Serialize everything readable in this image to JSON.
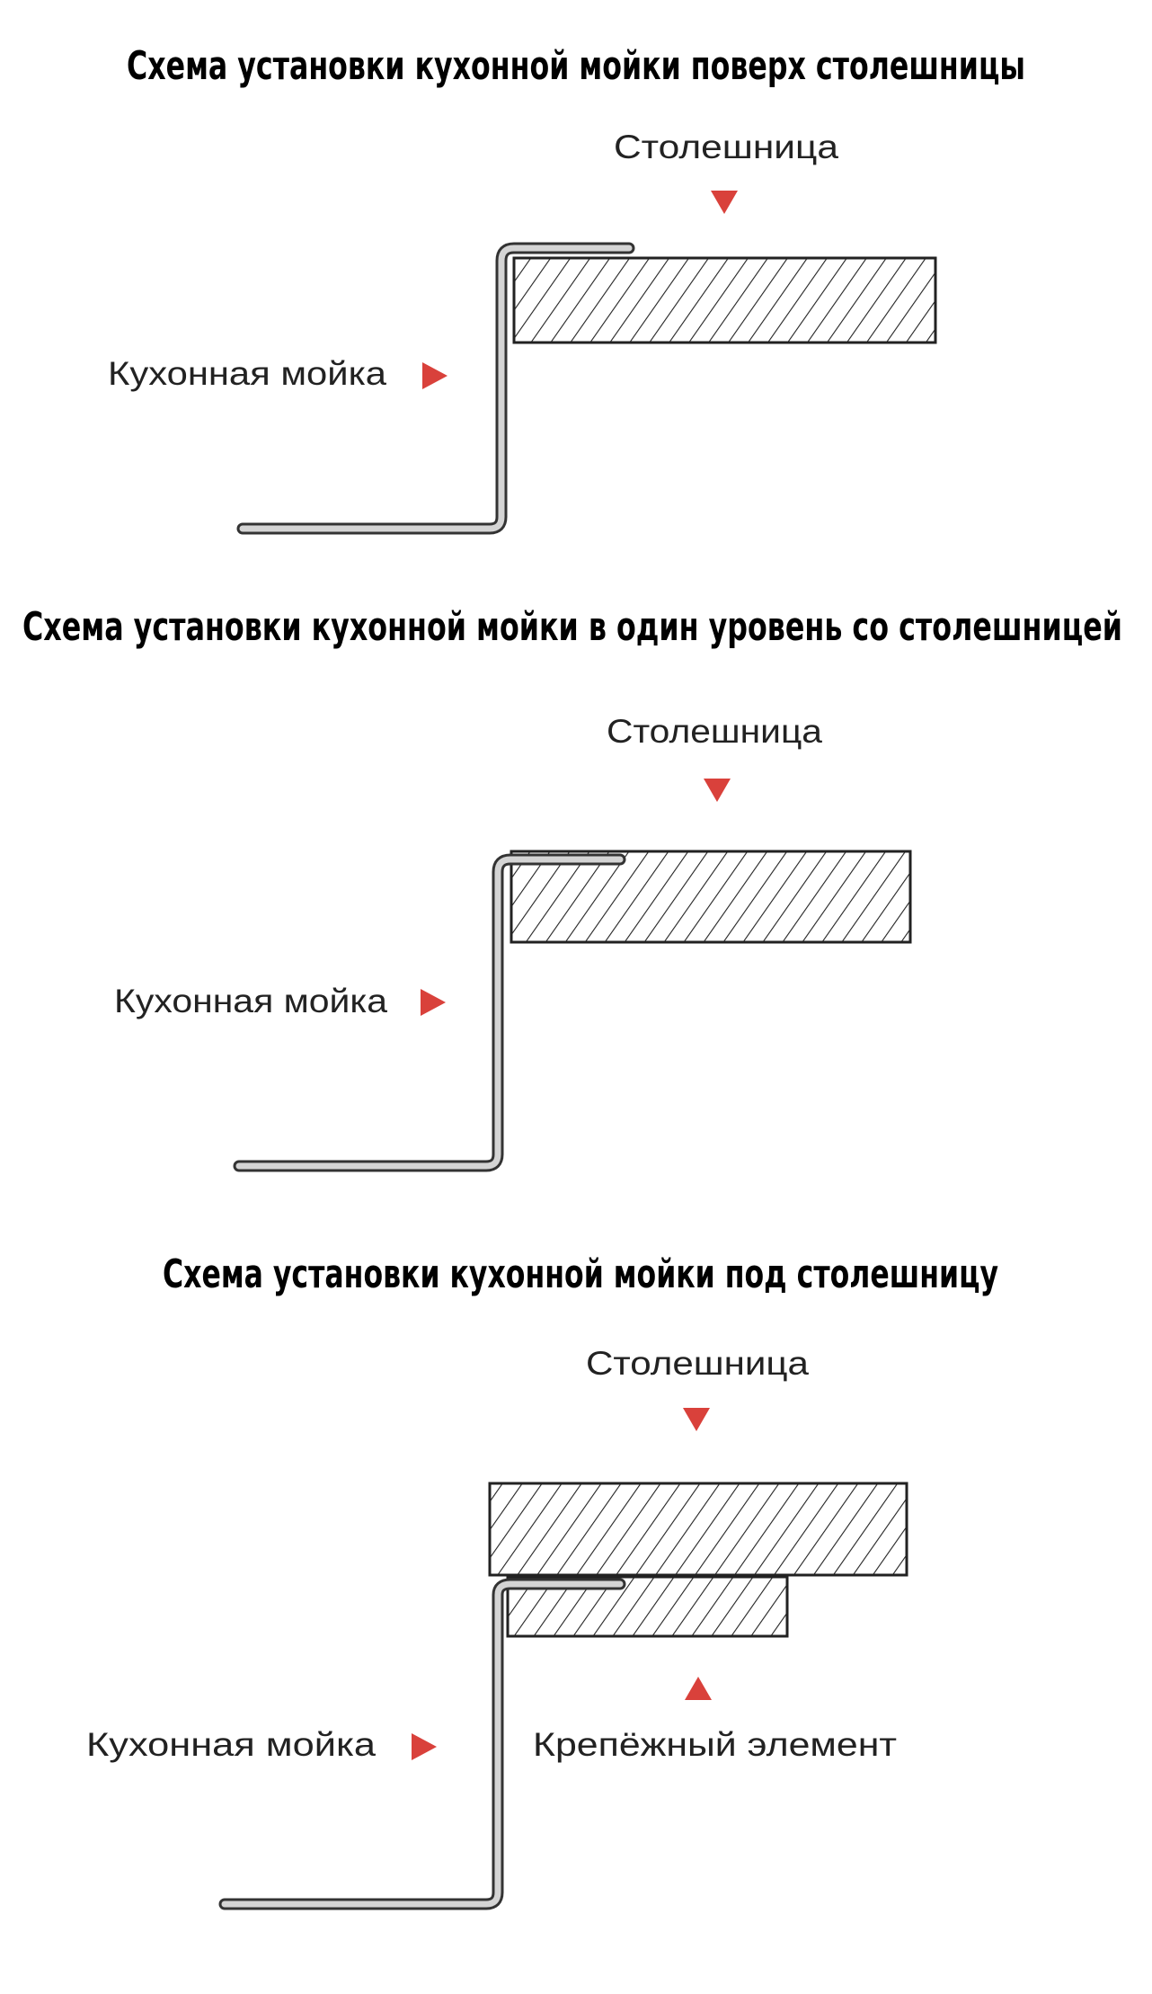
{
  "diagrams": [
    {
      "title": "Схема установки кухонной мойки поверх столешницы",
      "countertop_label": "Столешница",
      "sink_label": "Кухонная мойка"
    },
    {
      "title": "Схема установки кухонной мойки в один уровень со столешницей",
      "countertop_label": "Столешница",
      "sink_label": "Кухонная мойка"
    },
    {
      "title": "Схема установки кухонной мойки под столешницу",
      "countertop_label": "Столешница",
      "sink_label": "Кухонная мойка",
      "fastener_label": "Крепёжный элемент"
    }
  ],
  "colors": {
    "marker": "#d9413b",
    "sink_fill": "#d4d4d4",
    "outline": "#222222"
  }
}
